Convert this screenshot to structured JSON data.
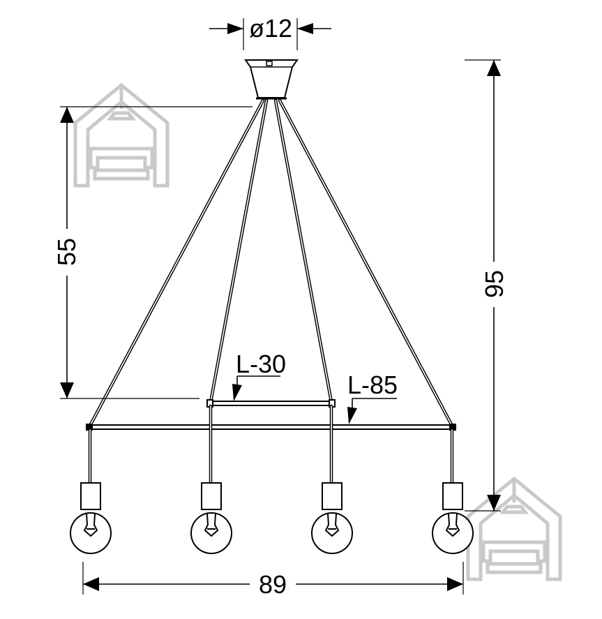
{
  "dimensions": {
    "canopy_diameter": "ø12",
    "upper_height": "55",
    "total_height": "95",
    "total_width": "89",
    "short_bar_length": "L-30",
    "long_bar_length": "L-85"
  },
  "lamp": {
    "bulb_count": 4
  },
  "icons": {
    "watermark": "house-sofa-lamp-icon"
  },
  "colors": {
    "line": "#000000",
    "watermark": "#c9c9c9",
    "background": "#ffffff"
  }
}
